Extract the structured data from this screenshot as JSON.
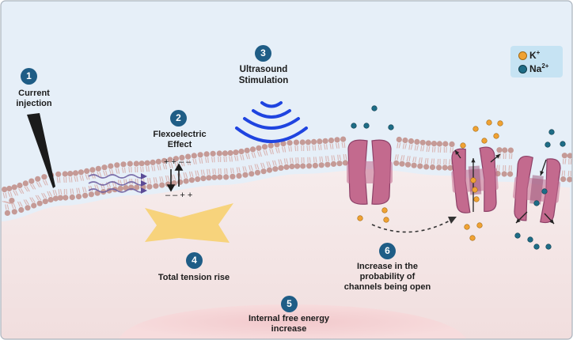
{
  "steps": [
    {
      "number": "1",
      "label": "Current injection"
    },
    {
      "number": "2",
      "label": "Flexoelectric Effect"
    },
    {
      "number": "3",
      "label": "Ultrasound Stimulation"
    },
    {
      "number": "4",
      "label": "Total tension rise"
    },
    {
      "number": "5",
      "label": "Internal free energy increase"
    },
    {
      "number": "6",
      "label": "Increase in the probability of channels being open"
    }
  ],
  "legend": {
    "k_label": "K",
    "k_sup": "+",
    "na_label": "Na",
    "na_sup": "2+"
  },
  "charges": {
    "top": "+ + – –",
    "bottom": "– – + +"
  },
  "colors": {
    "background": "#e6eff8",
    "cytoplasm": "#f5e9ea",
    "lipid_head": "#c59a96",
    "lipid_tail": "#d9b5b3",
    "channel": "#c36a8e",
    "channel_dark": "#8d4168",
    "k_ion": "#f0a233",
    "na_ion": "#1e6d87",
    "ultrasound": "#1f44e0",
    "badge": "#1f5d86",
    "tension": "#f7d37c",
    "legend_bg": "#c6e3f3"
  },
  "icons": [
    "electrode-icon",
    "ultrasound-waves-icon",
    "ion-channel-icon",
    "tension-arrow-icon"
  ]
}
